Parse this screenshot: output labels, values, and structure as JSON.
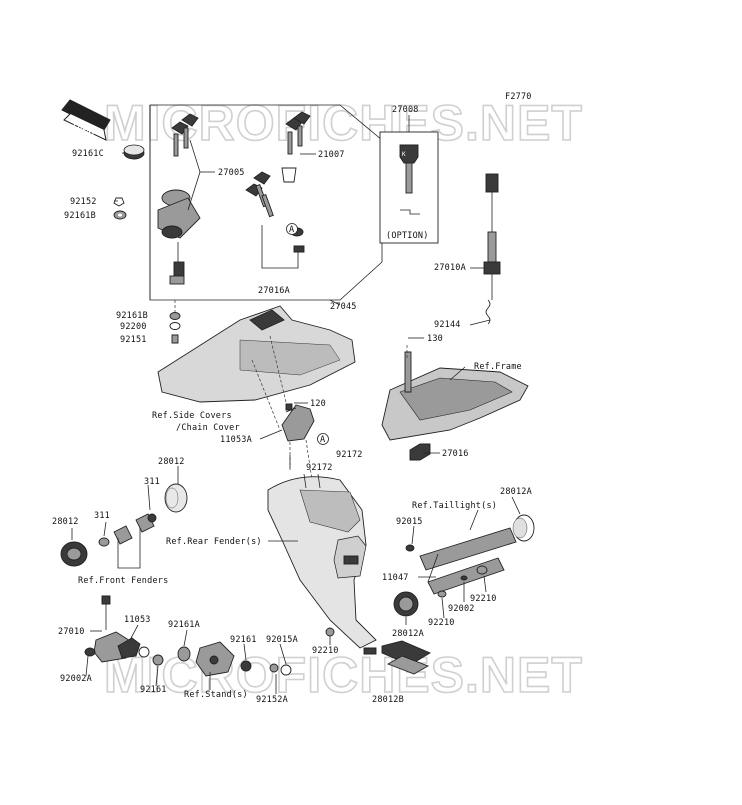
{
  "figure_id": "F2770",
  "watermark": "MICROFICHES.NET",
  "front_arrow": "FRONT",
  "option_note": "(OPTION)",
  "circle_marker": "A",
  "parts": {
    "p92161C": "92161C",
    "p92152": "92152",
    "p92161B_top": "92161B",
    "p27005": "27005",
    "p21007": "21007",
    "p27008": "27008",
    "p27016A": "27016A",
    "p27045": "27045",
    "p27010A": "27010A",
    "p92161B_mid": "92161B",
    "p92200": "92200",
    "p92151": "92151",
    "p92144": "92144",
    "p130": "130",
    "p120": "120",
    "p11053A": "11053A",
    "p92172_a": "92172",
    "p92172_b": "92172",
    "p27016": "27016",
    "p28012_top": "28012",
    "p311_top": "311",
    "p311_left": "311",
    "p28012_left": "28012",
    "p28012A_right": "28012A",
    "p92015": "92015",
    "p11047": "11047",
    "p92210_r": "92210",
    "p92002": "92002",
    "p92210_l": "92210",
    "p28012A_bottom": "28012A",
    "p27010": "27010",
    "p11053": "11053",
    "p92161A": "92161A",
    "p92161_r": "92161",
    "p92015A": "92015A",
    "p92002A": "92002A",
    "p92161_l": "92161",
    "p92152A": "92152A",
    "p92210_c": "92210",
    "p28012B": "28012B"
  },
  "references": {
    "ref_side_covers": "Ref.Side Covers",
    "ref_chain_cover": "/Chain Cover",
    "ref_frame": "Ref.Frame",
    "ref_rear_fender": "Ref.Rear Fender(s)",
    "ref_taillight": "Ref.Taillight(s)",
    "ref_front_fenders": "Ref.Front Fenders",
    "ref_stand": "Ref.Stand(s)"
  }
}
